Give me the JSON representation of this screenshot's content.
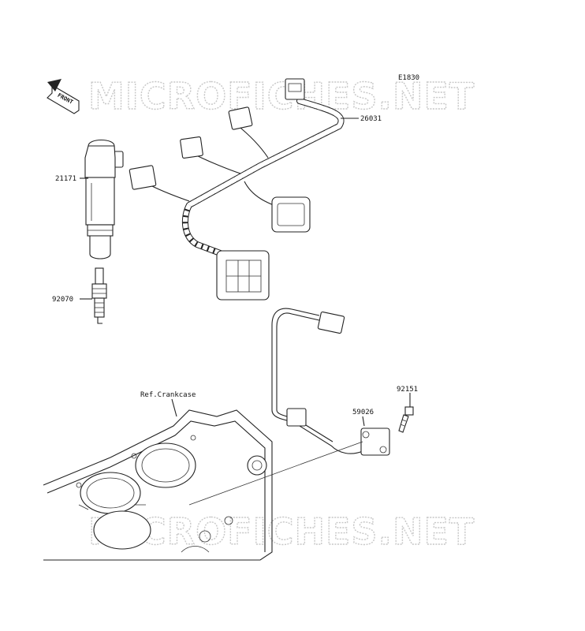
{
  "diagram": {
    "ref_code": "E1830",
    "front_label": "FRONT",
    "watermark": "MICROFICHES.NET",
    "ref_label": "Ref.Crankcase",
    "parts": [
      {
        "number": "26031"
      },
      {
        "number": "21171"
      },
      {
        "number": "92070"
      },
      {
        "number": "92151"
      },
      {
        "number": "59026"
      }
    ]
  }
}
